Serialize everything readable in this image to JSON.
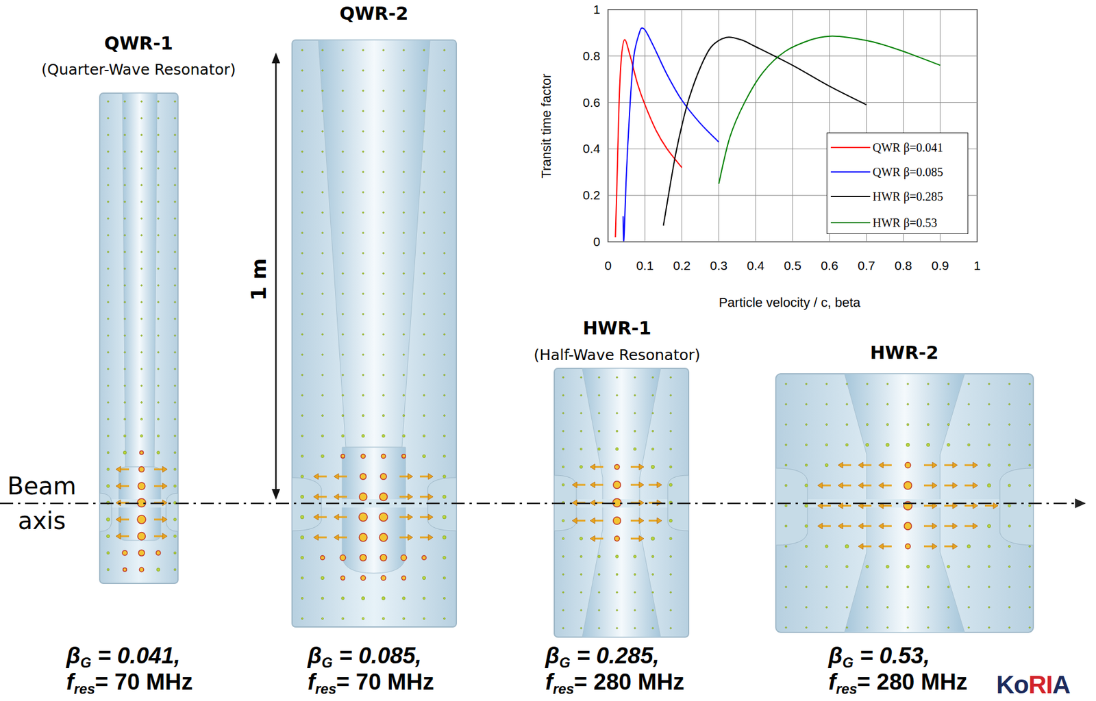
{
  "diagram": {
    "nodes": [
      {
        "text": [
          "QWR-1",
          "(Quarter-Wave Resonator)",
          "βG = 0.041,",
          "fres= 70 MHz"
        ]
      },
      {
        "text": [
          "QWR-2",
          "βG = 0.085,",
          "fres= 70 MHz"
        ]
      },
      {
        "text": [
          "HWR-1",
          "(Half-Wave Resonator)",
          "βG = 0.285,",
          "fres= 280 MHz"
        ]
      },
      {
        "text": [
          "HWR-2",
          "βG = 0.53,",
          "fres= 280 MHz"
        ]
      }
    ],
    "labels": [
      "1 m",
      "1",
      "0.8",
      "0.6",
      "0.4",
      "0.2",
      "0",
      "0",
      "0.1",
      "0.2",
      "0.3",
      "0.4",
      "0.5",
      "0.6",
      "0.7",
      "0.8",
      "0.9",
      "1",
      "Transit time factor",
      "Particle velocity / c, beta",
      "Beam axis",
      "KoRIA"
    ],
    "legend": [
      {
        "text": "QWR β=0.041"
      },
      {
        "text": "QWR β=0.085"
      },
      {
        "text": "HWR β=0.285"
      },
      {
        "text": "HWR β=0.53"
      }
    ]
  }
}
